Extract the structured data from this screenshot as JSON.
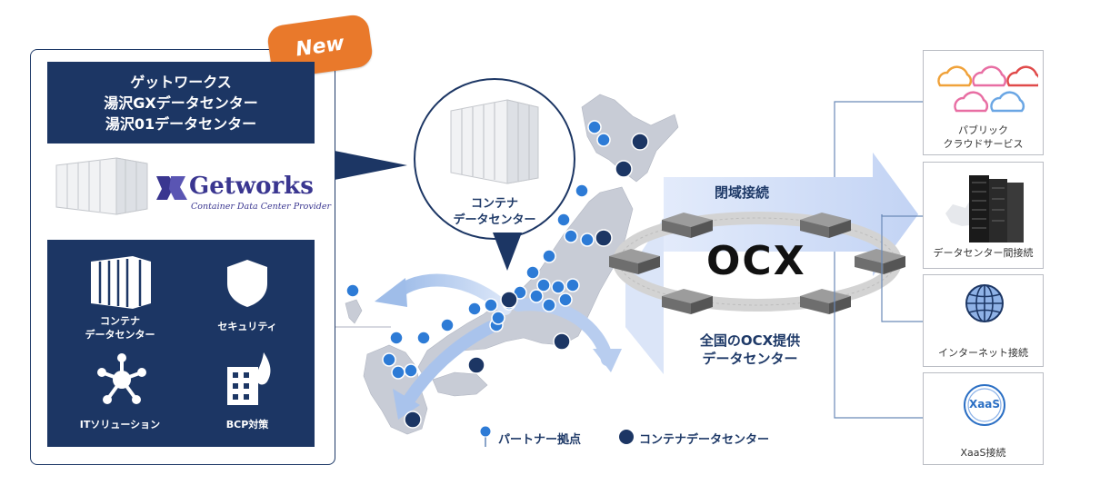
{
  "badge": {
    "new": "New"
  },
  "facility": {
    "line1": "ゲットワークス",
    "line2": "湯沢GXデータセンター",
    "line3": "湯沢01データセンター"
  },
  "brand": {
    "name": "Getworks",
    "tagline": "Container Data Center Provider"
  },
  "services": [
    {
      "label_line1": "コンテナ",
      "label_line2": "データセンター",
      "icon": "container-icon"
    },
    {
      "label_line1": "セキュリティ",
      "label_line2": "",
      "icon": "shield-icon"
    },
    {
      "label_line1": "ITソリューション",
      "label_line2": "",
      "icon": "network-icon"
    },
    {
      "label_line1": "BCP対策",
      "label_line2": "",
      "icon": "building-fire-icon"
    }
  ],
  "zoom": {
    "line1": "コンテナ",
    "line2": "データセンター"
  },
  "network": {
    "closed_label": "閉域接続",
    "logo": "OCX",
    "nationwide_line1": "全国のOCX提供",
    "nationwide_line2": "データセンター"
  },
  "legend": {
    "partner": "パートナー拠点",
    "container": "コンテナデータセンター"
  },
  "connections": [
    {
      "label_line1": "パブリック",
      "label_line2": "クラウドサービス",
      "icon": "cloud-icon"
    },
    {
      "label_line1": "データセンター間接続",
      "label_line2": "",
      "icon": "server-rack-icon"
    },
    {
      "label_line1": "インターネット接続",
      "label_line2": "",
      "icon": "globe-icon"
    },
    {
      "label_line1": "XaaS接続",
      "label_line2": "",
      "icon": "xaas-icon",
      "icon_text": "XaaS"
    }
  ],
  "colors": {
    "navy": "#1c3664",
    "badge_orange": "#e9792b",
    "arrow_blue": "#c9d8f5",
    "map_gray": "#c8ccd6",
    "pin_blue": "#2d7bd6"
  }
}
